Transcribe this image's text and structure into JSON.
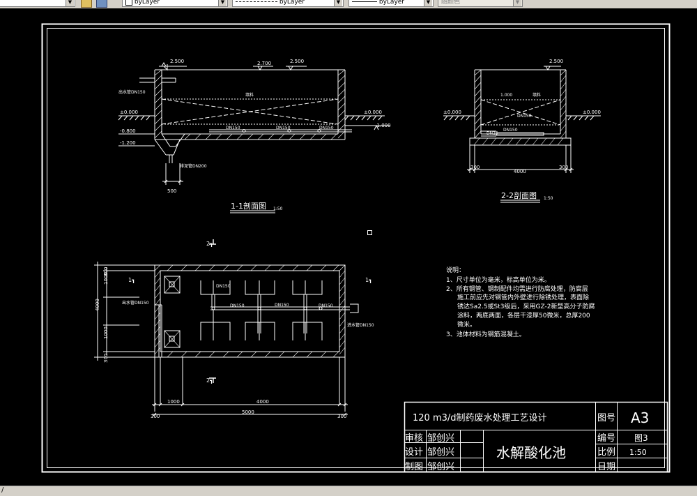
{
  "toolbar": {
    "layer_combo": "byLayer",
    "linetype_combo": "byLayer",
    "lineweight_combo": "byLayer",
    "color_combo": "随颜色"
  },
  "drawing": {
    "section1": {
      "title": "1-1剖面图",
      "scale": "1:50",
      "elev_2500": "2.500",
      "elev_2700": "2.700",
      "elev_2500b": "2.500",
      "outlet_pipe": "出水管DN150",
      "filler": "填料",
      "elev_0": "±0.000",
      "elev_n0800": "-0.800",
      "elev_n1200": "-1.200",
      "elev_0_right": "±0.000",
      "elev_n1000": "-1.000",
      "dn150_a": "DN150",
      "dn150_b": "DN150",
      "dn150_c": "DN150",
      "drain_pipe": "排泥管DN200",
      "dim_500": "500"
    },
    "section2": {
      "title": "2-2剖面图",
      "scale": "1:50",
      "elev_2500": "2.500",
      "elev_1000": "1.000",
      "filler": "填料",
      "dn150_a": "DN150",
      "dn150_b": "DN150",
      "dn25": "DN25",
      "elev_0_left": "±0.000",
      "elev_0_right": "±0.000",
      "dim_300_left": "300",
      "dim_4000": "4000",
      "dim_300_right": "300"
    },
    "plan": {
      "mark_top": "2┓",
      "mark_bottom": "2┓",
      "mark_left": "1┓",
      "mark_right": "1┓",
      "dim_300_top": "300",
      "dim_1000_a": "1000",
      "dim_4000_v": "4000",
      "dim_1000_b": "1000",
      "dim_300_bottom": "300",
      "outlet_pipe": "出水管DN150",
      "inlet_pipe": "进水管DN150",
      "dn150_a": "DN150",
      "dn150_b": "DN150",
      "dn150_c": "DN150",
      "dn150_d": "DN150",
      "dim_1000_h": "1000",
      "dim_4000_h": "4000",
      "dim_300_l": "300",
      "dim_5000": "5000",
      "dim_300_r": "300"
    },
    "notes": {
      "heading": "说明：",
      "lines": [
        "1、尺寸单位为毫米，标高单位为米。",
        "2、所有钢管、钢制配件均需进行防腐处理，防腐层",
        "施工前应先对钢管内外壁进行除锈处理，表面除",
        "锈达Sa2.5或St3级后，采用GZ-2新型高分子防腐",
        "涂料，两底两面，各层干漆厚50微米，总厚200",
        "微米。",
        "3、池体材料为钢筋混凝土。"
      ]
    },
    "title_block": {
      "project": "120 m3/d制药废水处理工艺设计",
      "drawing_no_label": "图号",
      "drawing_no_value": "A3",
      "review_label": "审核",
      "review_name": "邹创兴",
      "design_label": "设计",
      "design_name": "邹创兴",
      "draw_label": "制图",
      "draw_name": "邹创兴",
      "drawing_name": "水解酸化池",
      "code_label": "编号",
      "code_value": "图3",
      "scale_label": "比例",
      "scale_value": "1:50",
      "date_label": "日期",
      "date_value": ""
    }
  },
  "colors": {
    "background": "#000000",
    "line": "#ffffff",
    "toolbar": "#d4d0c8"
  }
}
